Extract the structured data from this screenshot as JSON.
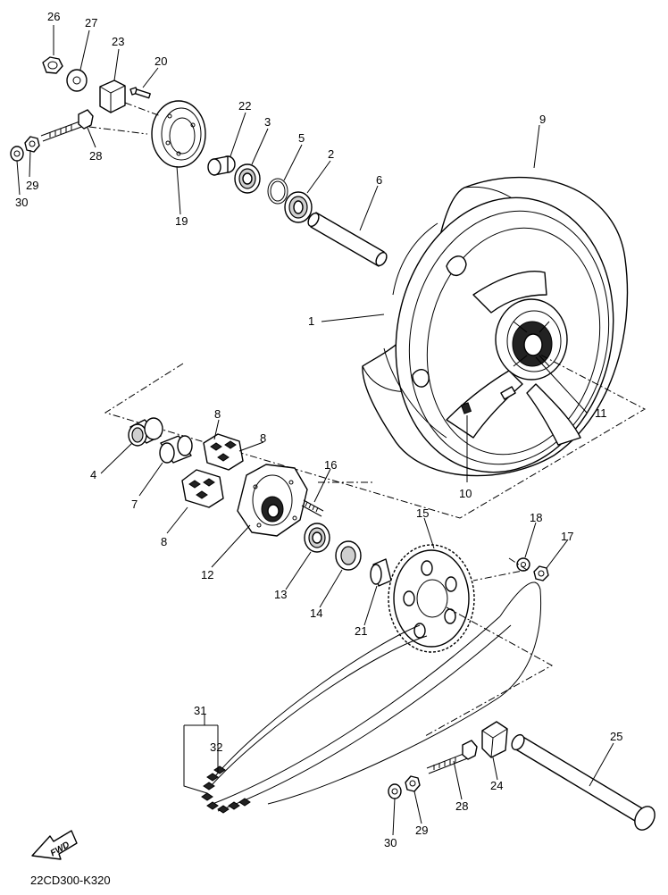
{
  "callouts": {
    "c1": "1",
    "c2": "2",
    "c3": "3",
    "c4": "4",
    "c5": "5",
    "c6": "6",
    "c7": "7",
    "c8a": "8",
    "c8b": "8",
    "c8c": "8",
    "c9": "9",
    "c10": "10",
    "c11": "11",
    "c12": "12",
    "c13": "13",
    "c14": "14",
    "c15": "15",
    "c16": "16",
    "c17": "17",
    "c18": "18",
    "c19": "19",
    "c20": "20",
    "c21": "21",
    "c22": "22",
    "c23": "23",
    "c24": "24",
    "c25": "25",
    "c26": "26",
    "c27": "27",
    "c28a": "28",
    "c28b": "28",
    "c29a": "29",
    "c29b": "29",
    "c30a": "30",
    "c30b": "30",
    "c31": "31",
    "c32": "32"
  },
  "fwd_label": "FWD",
  "diagram_code": "22CD300-K320"
}
